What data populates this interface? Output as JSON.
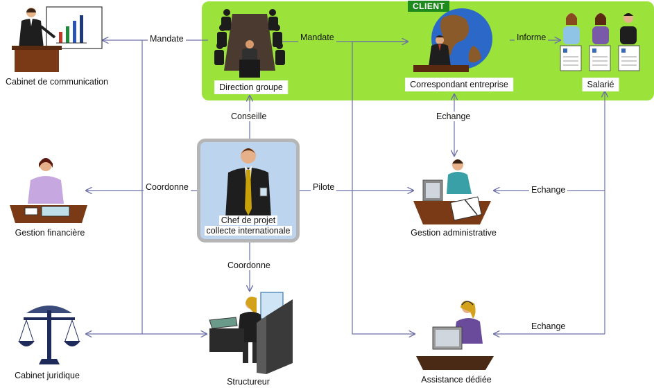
{
  "client_badge": "CLIENT",
  "nodes": {
    "cabinet_communication": "Cabinet de communication",
    "direction_groupe": "Direction groupe",
    "correspondant_entreprise": "Correspondant entreprise",
    "salarie": "Salarié",
    "gestion_financiere": "Gestion financière",
    "chef_projet_line1": "Chef de projet",
    "chef_projet_line2": "collecte internationale",
    "gestion_administrative": "Gestion administrative",
    "cabinet_juridique": "Cabinet juridique",
    "structureur": "Structureur",
    "assistance_dediee": "Assistance dédiée"
  },
  "edges": {
    "mandate_communication": "Mandate",
    "mandate_correspondant": "Mandate",
    "informe": "Informe",
    "conseille": "Conseille",
    "echange_correspondant": "Echange",
    "coordonne_financiere": "Coordonne",
    "pilote": "Pilote",
    "echange_administrative": "Echange",
    "coordonne_structureur": "Coordonne",
    "echange_assistance": "Echange"
  },
  "colors": {
    "client_zone": "#9be33a",
    "client_badge": "#1e8a1e",
    "connector": "#6b6fa8",
    "center_box_fill": "#bcd4ee",
    "center_box_border": "#b5b5b5"
  }
}
